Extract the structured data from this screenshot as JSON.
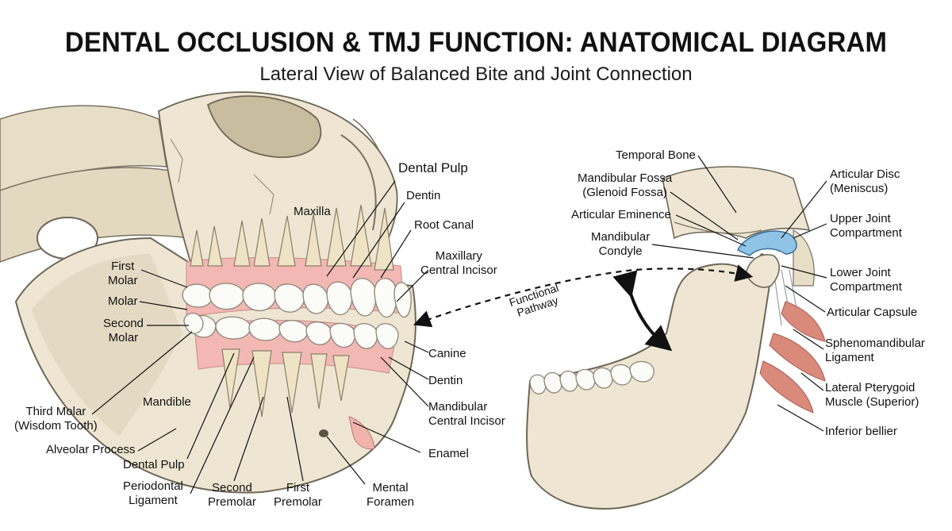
{
  "header": {
    "title": "DENTAL OCCLUSION & TMJ FUNCTION: ANATOMICAL DIAGRAM",
    "subtitle": "Lateral View of Balanced Bite and Joint Connection"
  },
  "skull_labels": {
    "maxilla": "Maxilla",
    "mandible": "Mandible",
    "dental_pulp_top": "Dental Pulp",
    "dentin_top": "Dentin",
    "root_canal": "Root Canal",
    "max_central_incisor": "Maxillary\nCentral Incisor",
    "first_molar": "First\nMolar",
    "molar": "Molar",
    "second_molar": "Second\nMolar",
    "canine": "Canine",
    "dentin_bottom": "Dentin",
    "mand_central_incisor": "Mandibular\nCentral Incisor",
    "third_molar": "Third Molar\n(Wisdom Tooth)",
    "alveolar_process": "Alveolar Process",
    "dental_pulp_bottom": "Dental Pulp",
    "enamel": "Enamel",
    "periodontal_ligament": "Periodontal\nLigament",
    "second_premolar": "Second\nPremolar",
    "first_premolar": "First\nPremolar",
    "mental_foramen": "Mental\nForamen"
  },
  "pathway_label": "Functional\nPathway",
  "tmj_labels": {
    "temporal_bone": "Temporal Bone",
    "mandibular_fossa": "Mandibular Fossa\n(Glenoid Fossa)",
    "articular_eminence": "Articular Eminence",
    "mandibular_condyle": "Mandibular\nCondyle",
    "articular_disc": "Articular Disc\n(Meniscus)",
    "upper_joint": "Upper Joint\nCompartment",
    "lower_joint": "Lower Joint\nCompartment",
    "articular_capsule": "Articular Capsule",
    "sphenomandibular": "Sphenomandibular\nLigament",
    "lateral_pterygoid": "Lateral Pterygoid\nMuscle (Superior)",
    "inferior_bellier": "Inferior bellier"
  },
  "colors": {
    "bone": "#eee6d2",
    "bone_shade": "#d9ceb4",
    "bone_outline": "#6e6656",
    "gum": "#f3b8b4",
    "tooth": "#fbfbf7",
    "disc": "#8fc4e6",
    "muscle": "#d98a7b"
  }
}
